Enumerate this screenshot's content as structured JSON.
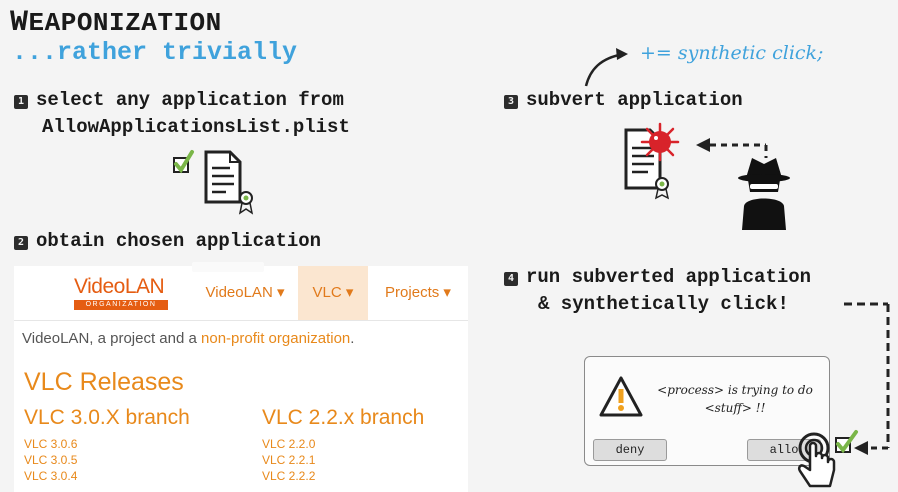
{
  "slide": {
    "title_cap": "W",
    "title_rest": "EAPONIZATION",
    "subtitle": "...rather trivially",
    "annotation": "+= synthetic click;"
  },
  "steps": {
    "s1_num": "1",
    "s1_line1": "select any application from",
    "s1_line2": "AllowApplicationsList.plist",
    "s2_num": "2",
    "s2_line1": "obtain chosen application",
    "s3_num": "3",
    "s3_line1": "subvert application",
    "s4_num": "4",
    "s4_line1": "run subverted application",
    "s4_line2": "& synthetically click!"
  },
  "videolan": {
    "logo_top": "VideoLAN",
    "logo_bottom": "ORGANIZATION",
    "menu": [
      "VideoLAN ▾",
      "VLC ▾",
      "Projects ▾"
    ],
    "intro_prefix": "VideoLAN, a project and a ",
    "intro_link": "non-profit organization",
    "intro_suffix": ".",
    "heading": "VLC Releases",
    "branch_a": "VLC 3.0.X branch",
    "branch_b": "VLC 2.2.x branch",
    "versions_a": [
      "VLC 3.0.6",
      "VLC 3.0.5",
      "VLC 3.0.4"
    ],
    "versions_b": [
      "VLC 2.2.0",
      "VLC 2.2.1",
      "VLC 2.2.2"
    ]
  },
  "dialog": {
    "line1": "<process> is trying to do",
    "line2": "<stuff> !!",
    "deny_label": "deny",
    "allow_label": "allo"
  },
  "colors": {
    "accent": "#3fa2dc",
    "vlc_orange": "#e8891b",
    "virus_red": "#d8232a",
    "check_green": "#7ab648"
  }
}
